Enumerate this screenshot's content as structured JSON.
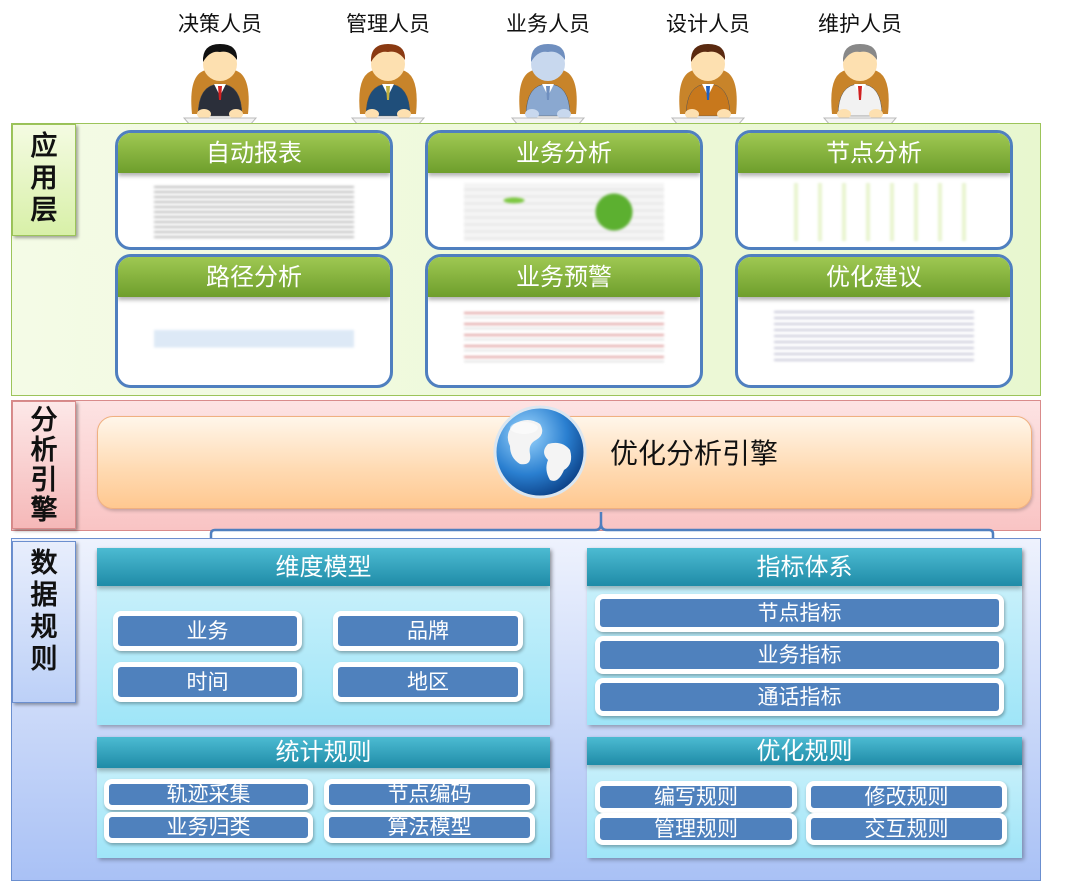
{
  "roles": [
    "决策人员",
    "管理人员",
    "业务人员",
    "设计人员",
    "维护人员"
  ],
  "layers": {
    "application": {
      "label": "应用层",
      "cards": [
        "自动报表",
        "业务分析",
        "节点分析",
        "路径分析",
        "业务预警",
        "优化建议"
      ]
    },
    "engine": {
      "label": "分析引擎",
      "title": "优化分析引擎",
      "icon": "globe-icon"
    },
    "data": {
      "label": "数据规则",
      "dimension_model": {
        "title": "维度模型",
        "items": [
          "业务",
          "品牌",
          "时间",
          "地区"
        ]
      },
      "indicator_system": {
        "title": "指标体系",
        "items": [
          "节点指标",
          "业务指标",
          "通话指标"
        ]
      },
      "statistics_rules": {
        "title": "统计规则",
        "items": [
          "轨迹采集",
          "节点编码",
          "业务归类",
          "算法模型"
        ]
      },
      "optimization_rules": {
        "title": "优化规则",
        "items": [
          "编写规则",
          "修改规则",
          "管理规则",
          "交互规则"
        ]
      }
    }
  },
  "colors": {
    "app_green": "#6e9e2c",
    "item_blue": "#4f81bd",
    "panel_teal": "#1f8ba7"
  }
}
